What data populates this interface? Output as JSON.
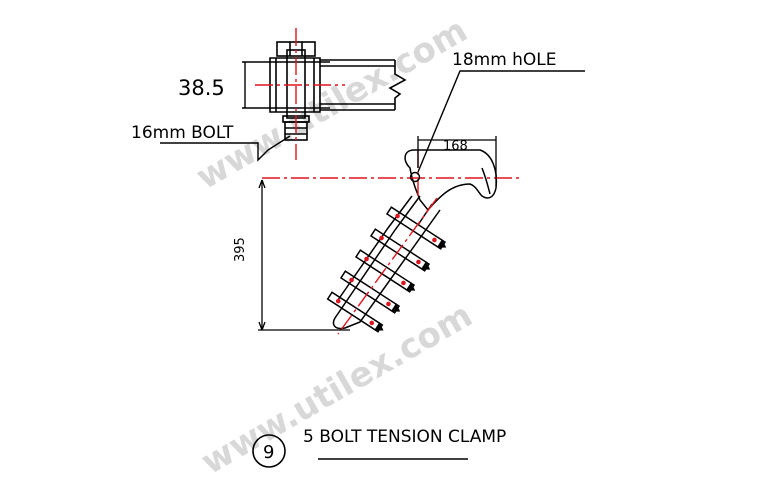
{
  "labels": {
    "dim_38": "38.5",
    "hole": "18mm hOLE",
    "bolt": "16mm BOLT",
    "dim_168": "168",
    "dim_395": "395",
    "figure_number": "9",
    "caption": "5 BOLT TENSION CLAMP"
  },
  "watermark": "www.utilex.com",
  "colors": {
    "line": "#000000",
    "centerline": "#e0141e",
    "watermark": "#d4d4d4"
  }
}
